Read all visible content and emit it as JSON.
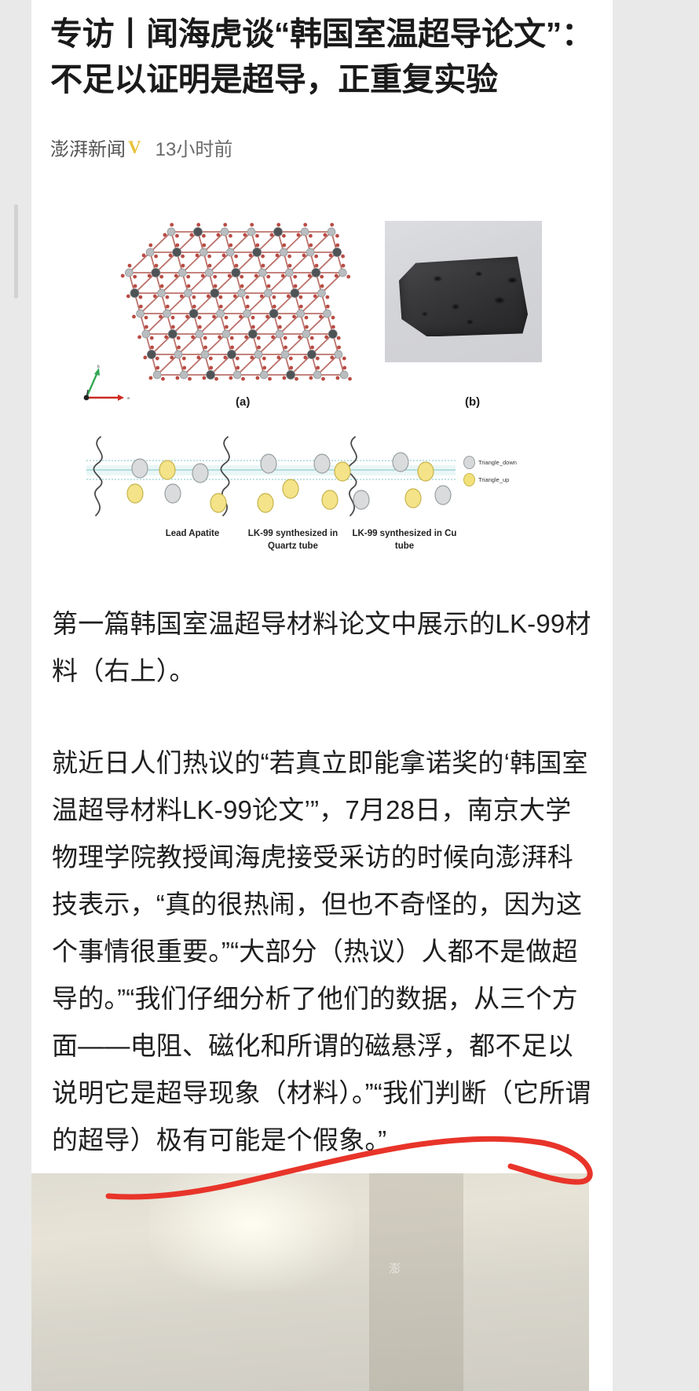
{
  "article": {
    "headline": "专访丨闻海虎谈“韩国室温超导论文”：不足以证明是超导，正重复实验",
    "byline": {
      "source": "澎湃新闻",
      "verified_badge": "V",
      "verified_icon_name": "verified-badge-icon",
      "time": "13小时前"
    },
    "figure": {
      "panel_a_label": "(a)",
      "panel_b_label": "(b)",
      "panel_a_alt": "crystal-structure-diagram",
      "panel_b_alt": "lk99-sample-photo",
      "schematic": {
        "captions": [
          "Lead Apatite",
          "LK-99 synthesized in Quartz tube",
          "LK-99 synthesized in Cu tube"
        ],
        "legend": [
          {
            "label": "Triangle_down",
            "color": "#d7d9da"
          },
          {
            "label": "Triangle_up",
            "color": "#f2e07a"
          }
        ]
      }
    },
    "paragraphs": [
      "第一篇韩国室温超导材料论文中展示的LK-99材料（右上）。",
      "就近日人们热议的“若真立即能拿诺奖的‘韩国室温超导材料LK-99论文’”，7月28日，南京大学物理学院教授闻海虎接受采访的时候向澎湃科技表示，“真的很热闹，但也不奇怪的，因为这个事情很重要。”“大部分（热议）人都不是做超导的。”“我们仔细分析了他们的数据，从三个方面——电阻、磁化和所谓的磁悬浮，都不足以说明它是超导现象（材料）。”“我们判断（它所谓的超导）极有可能是个假象。”"
    ]
  },
  "annotation": {
    "type": "handdrawn-underline",
    "color": "#e8342a"
  },
  "colors": {
    "page_background": "#e9e9e9",
    "sheet_background": "#ffffff",
    "headline_color": "#1a1a1a",
    "body_color": "#1f1f1f",
    "byline_color": "#666666",
    "verified_color": "#e8c23a",
    "annotation_red": "#e8342a"
  }
}
